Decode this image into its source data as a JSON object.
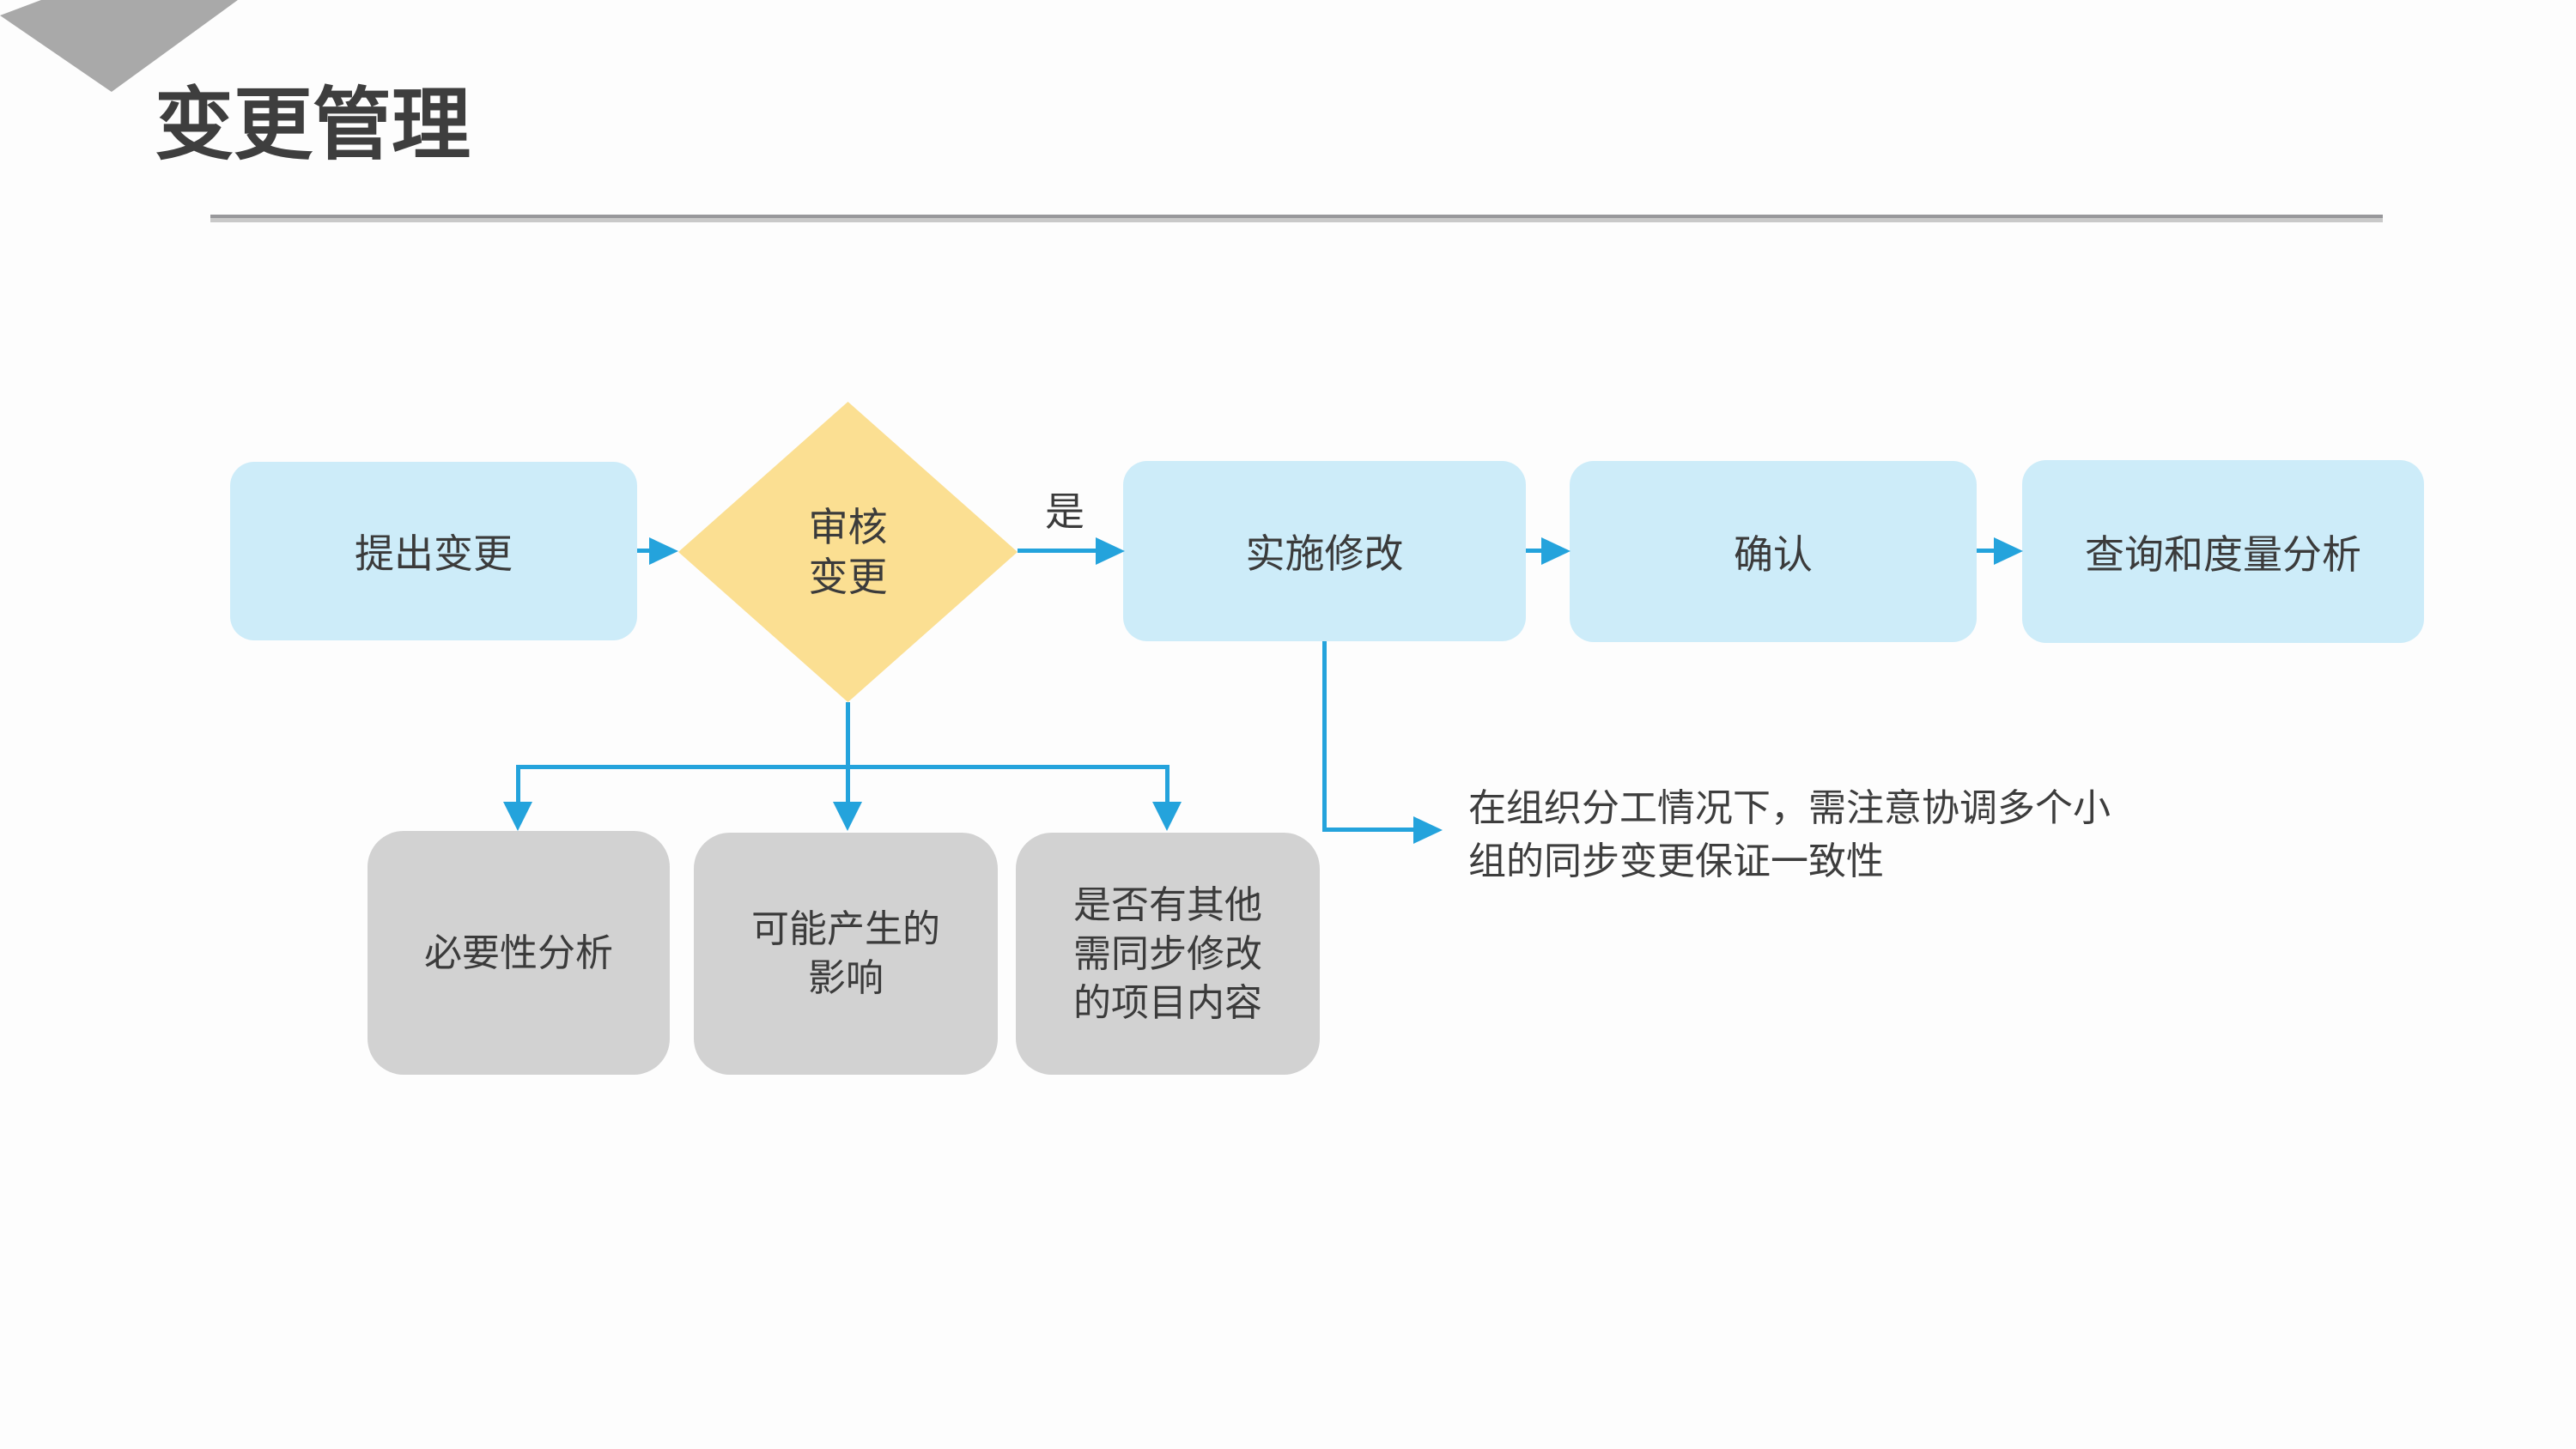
{
  "page": {
    "title": "变更管理",
    "colors": {
      "background": "#fdfdfd",
      "title_text": "#3e3e3e",
      "body_text": "#3b3b3b",
      "divider_gray": "#98989b",
      "corner_accent_gray": "#a9a9a9",
      "process_node_fill": "#cdecf9",
      "decision_node_fill": "#fbdf92",
      "sub_node_fill": "#d2d2d2",
      "connector_blue": "#24a3dc"
    },
    "icons": [
      "corner-triangle-accent-icon",
      "arrowhead-right-icon",
      "arrowhead-down-icon"
    ]
  },
  "flowchart": {
    "nodes": {
      "propose": "提出变更",
      "review_line1": "审核",
      "review_line2": "变更",
      "implement": "实施修改",
      "confirm": "确认",
      "query": "查询和度量分析",
      "necessity": "必要性分析",
      "impact_line1": "可能产生的",
      "impact_line2": "影响",
      "other_line1": "是否有其他",
      "other_line2": "需同步修改",
      "other_line3": "的项目内容"
    },
    "edge_labels": {
      "yes": "是"
    },
    "note": {
      "line1": "在组织分工情况下，需注意协调多个小",
      "line2": "组的同步变更保证一致性"
    }
  }
}
